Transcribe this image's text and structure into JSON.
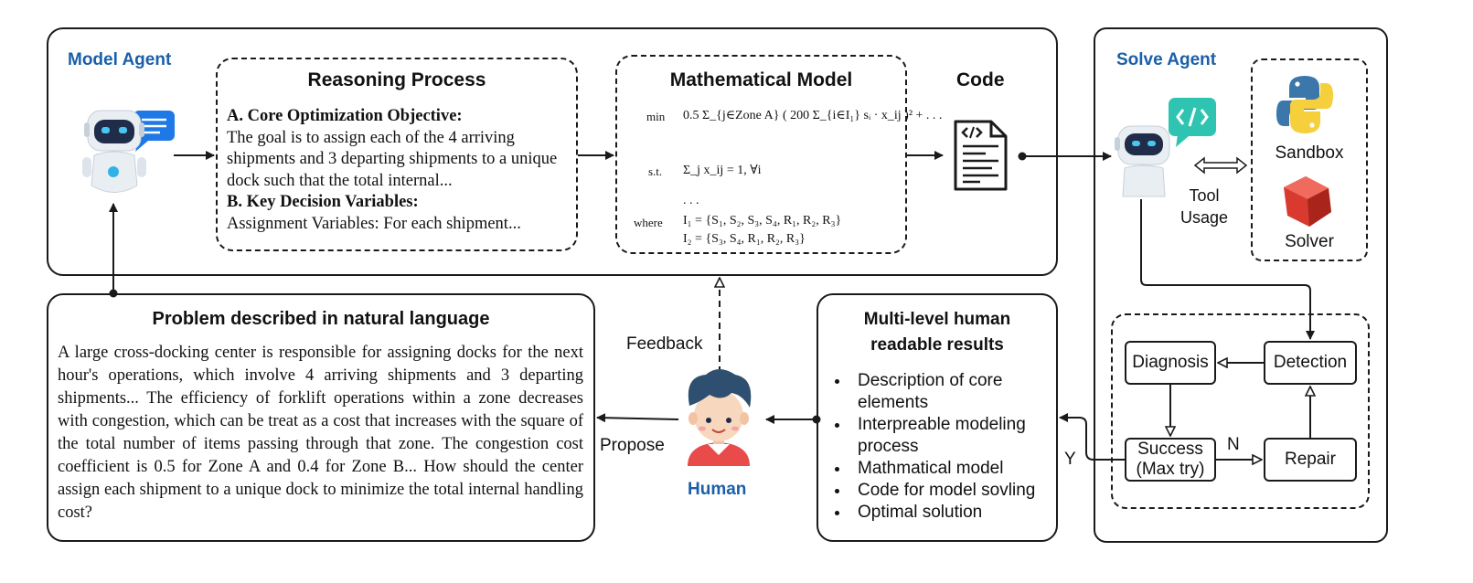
{
  "model_agent": {
    "title": "Model Agent",
    "reasoning": {
      "title": "Reasoning Process",
      "objective_head": "A. Core Optimization Objective:",
      "objective_text": "The goal is to assign each of the 4 arriving shipments and 3 departing shipments to a unique dock such that the total internal...",
      "variables_head": "B. Key Decision Variables:",
      "variables_text": "Assignment Variables: For each shipment..."
    },
    "math": {
      "title": "Mathematical Model",
      "min_label": "min",
      "objective": "0.5 Σ_{j∈Zone A} ( 200 Σ_{i∈I₁} sᵢ · x_ij )² + . . .",
      "st_label": "s.t.",
      "constraint": "Σ_j x_ij = 1,  ∀i",
      "ellipsis": ". . .",
      "where_label": "where",
      "set1": "I₁ = {S₁, S₂, S₃, S₄, R₁, R₂, R₃}",
      "set2": "I₂ = {S₃, S₄, R₁, R₂, R₃}"
    },
    "code": {
      "title": "Code"
    }
  },
  "solve_agent": {
    "title": "Solve Agent",
    "tool_usage": "Tool\nUsage",
    "sandbox": "Sandbox",
    "solver": "Solver",
    "loop": {
      "diagnosis": "Diagnosis",
      "detection": "Detection",
      "success_line1": "Success",
      "success_line2": "(Max try)",
      "repair": "Repair",
      "n_label": "N",
      "y_label": "Y"
    }
  },
  "problem": {
    "title": "Problem described in natural language",
    "text": "A large cross-docking center is responsible for assigning docks for the next hour's operations, which involve 4 arriving shipments and 3 departing shipments... The efficiency of forklift operations within a zone decreases with congestion, which can be treat as a cost that increases with the square of the total number of items passing through that zone. The congestion cost coefficient is 0.5 for Zone A and 0.4 for Zone B... How should the center assign each shipment to a unique dock to minimize the total internal handling cost?"
  },
  "human": {
    "label": "Human",
    "feedback": "Feedback",
    "propose": "Propose"
  },
  "results": {
    "title_line1": "Multi-level human",
    "title_line2": "readable results",
    "items": [
      "Description of core elements",
      "Interpreable modeling process",
      "Mathmatical model",
      "Code for model sovling",
      "Optimal solution"
    ]
  },
  "colors": {
    "agent_title": "#1a5fa8",
    "robot_body": "#e9eef3",
    "robot_face": "#1f2d4a",
    "robot_eye": "#49c6f0",
    "chat_bubble": "#1e78e6",
    "code_bubble": "#2fc4b2",
    "python_blue": "#3b77ab",
    "python_yellow": "#f5cf3c",
    "solver_red": "#d83a2f",
    "human_hair": "#2e4f6f",
    "human_shirt": "#e94b4b",
    "line": "#1a1a1a"
  }
}
